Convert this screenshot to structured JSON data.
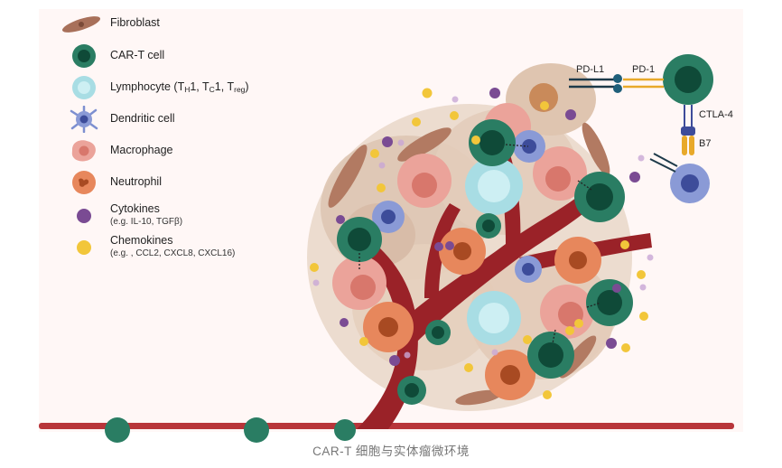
{
  "legend": {
    "fibroblast": "Fibroblast",
    "car_t": "CAR-T cell",
    "lymphocyte": {
      "text": "Lymphocyte (T",
      "h": "H",
      "one": "1, T",
      "c": "C",
      "one2": "1, T",
      "reg": "reg",
      "close": ")"
    },
    "dendritic": "Dendritic cell",
    "macrophage": "Macrophage",
    "neutrophil": "Neutrophil",
    "cytokines": {
      "label": "Cytokines",
      "sub": "(e.g. IL-10, TGFβ)"
    },
    "chemokines": {
      "label": "Chemokines",
      "sub": "(e.g. , CCL2, CXCL8, CXCL16)"
    }
  },
  "labels": {
    "pd_l1": "PD-L1",
    "pd_1": "PD-1",
    "ctla_4": "CTLA-4",
    "b7": "B7"
  },
  "caption": "CAR-T 细胞与实体瘤微环境",
  "colors": {
    "background": "#fff7f6",
    "car_t": "#2a7d63",
    "car_t_core": "#0f4a38",
    "lymphocyte": "#bfe9ee",
    "dendritic": "#7d8fd0",
    "macrophage": "#eba39a",
    "neutrophil": "#e7875c",
    "cytokine": "#7a4b93",
    "chemokine": "#f2c63a",
    "vessel": "#9a2228",
    "fibroblast": "#a8705a"
  }
}
